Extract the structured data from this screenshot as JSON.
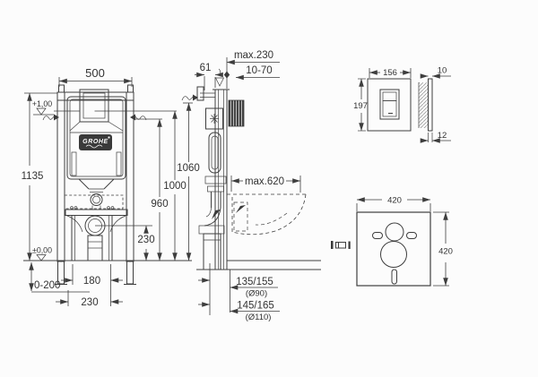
{
  "colors": {
    "line": "#3e3e3e",
    "text": "#333333",
    "dark_fill": "#3a3a3a",
    "background": "#fcfcfc"
  },
  "front_view": {
    "width_label": "500",
    "height_label": "1135",
    "level_top": "+1,00",
    "level_floor": "±0,00",
    "foot_range": "0-200",
    "stud_spacing": "180",
    "base_width": "230",
    "drain_height": "230",
    "brand": "GROHE"
  },
  "heights": {
    "h960": "960",
    "h1000": "1000",
    "h1060": "1060"
  },
  "section_view": {
    "offset_61": "61",
    "max_230": "max.230",
    "range_10_70": "10-70",
    "max_620": "max.620",
    "outlet_90": "135/155",
    "outlet_90_dia": "(Ø90)",
    "outlet_110": "145/165",
    "outlet_110_dia": "(Ø110)"
  },
  "flush_plate": {
    "width": "156",
    "height": "197",
    "top_gap": "10",
    "bottom_gap": "12"
  },
  "insulation_pad": {
    "width": "420",
    "height": "420"
  }
}
